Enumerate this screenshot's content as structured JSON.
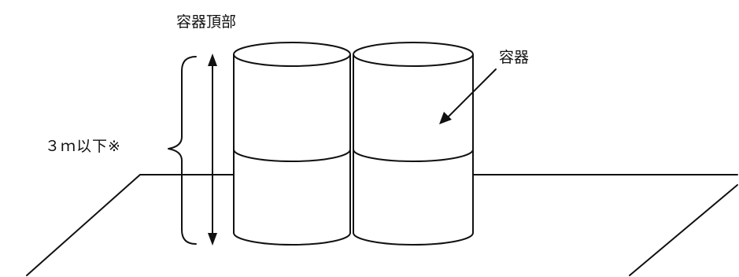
{
  "labels": {
    "top": "容器頂部",
    "container": "容器",
    "height_limit": "３ｍ以下※"
  }
}
